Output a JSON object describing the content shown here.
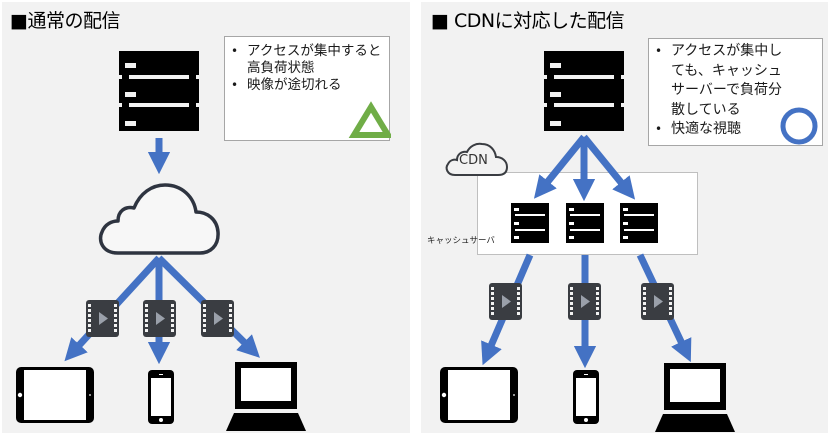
{
  "left": {
    "title_marker": "■",
    "title": "通常の配信",
    "notes": [
      "アクセスが集中すると高負荷状態",
      "映像が途切れる"
    ],
    "rating_icon": "triangle-icon",
    "rating_color": "#70ad47"
  },
  "right": {
    "title_marker": "■",
    "title": " CDNに対応した配信",
    "notes": [
      "アクセスが集中しても、キャッシュサーバーで負荷分散している",
      "快適な視聴"
    ],
    "rating_icon": "circle-icon",
    "rating_color": "#4472c4",
    "cdn_label": "CDN",
    "cache_server_label": "キャッシュサーバ"
  },
  "colors": {
    "arrow": "#4472c4",
    "panel_bg": "#f2f2f2",
    "icon_dark": "#000000",
    "video_icon": "#3a3d42"
  }
}
